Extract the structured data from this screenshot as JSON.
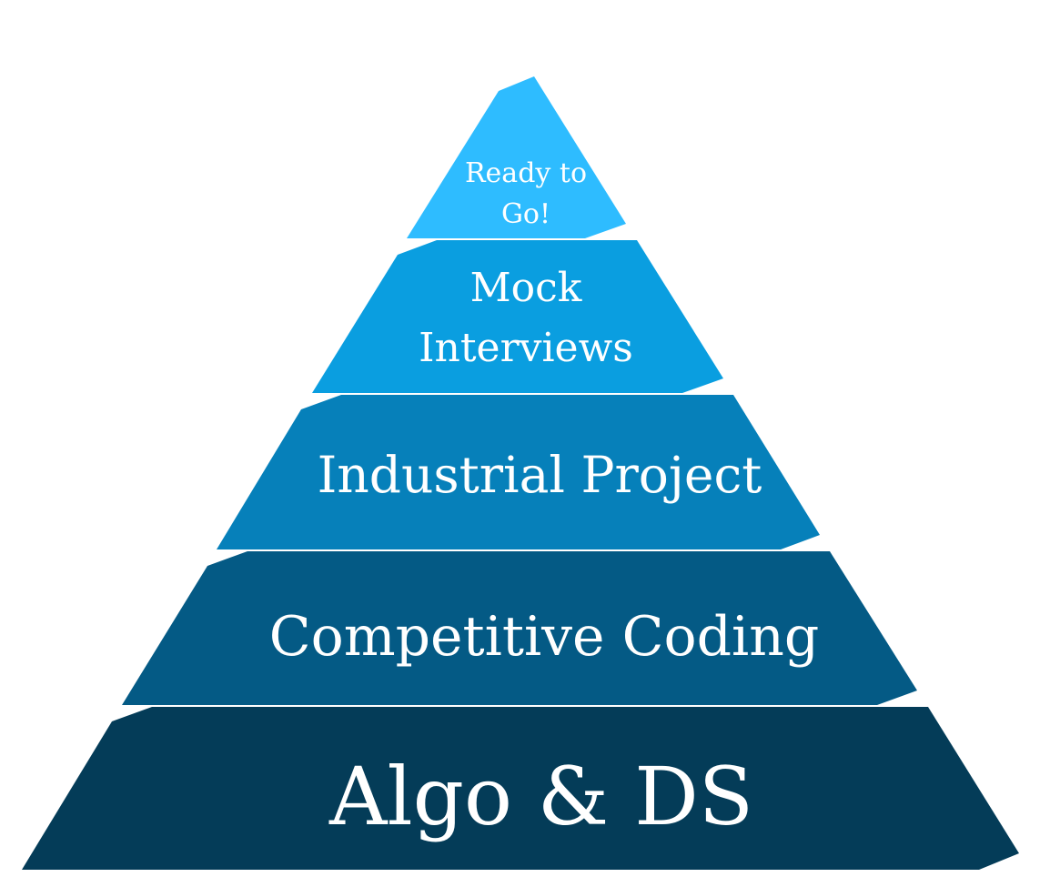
{
  "diagram": {
    "tiers": [
      {
        "id": "top",
        "lines": [
          "Ready to",
          "Go!"
        ],
        "color": "#2ebcff"
      },
      {
        "id": "second",
        "lines": [
          "Mock",
          "Interviews"
        ],
        "color": "#0a9ee0"
      },
      {
        "id": "third",
        "lines": [
          "Industrial Project"
        ],
        "color": "#0680ba"
      },
      {
        "id": "fourth",
        "lines": [
          "Competitive Coding"
        ],
        "color": "#045a85"
      },
      {
        "id": "base",
        "lines": [
          "Algo & DS"
        ],
        "color": "#043c58"
      }
    ]
  }
}
